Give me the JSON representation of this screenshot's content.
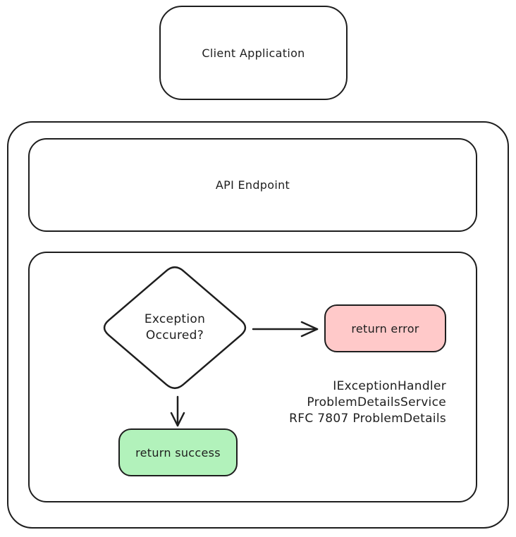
{
  "nodes": {
    "client": {
      "label": "Client Application"
    },
    "api": {
      "label": "API Endpoint"
    },
    "decision": {
      "lines": [
        "Exception",
        "Occured?"
      ]
    },
    "error": {
      "label": "return error",
      "fill": "#ffc9c9"
    },
    "success": {
      "label": "return success",
      "fill": "#b2f2bb"
    }
  },
  "note": {
    "lines": [
      "IExceptionHandler",
      "ProblemDetailsService",
      "RFC 7807 ProblemDetails"
    ]
  },
  "colors": {
    "stroke": "#1e1e1e",
    "text": "#1e1e1e",
    "error_fill": "#ffc9c9",
    "success_fill": "#b2f2bb",
    "background": "#ffffff"
  }
}
